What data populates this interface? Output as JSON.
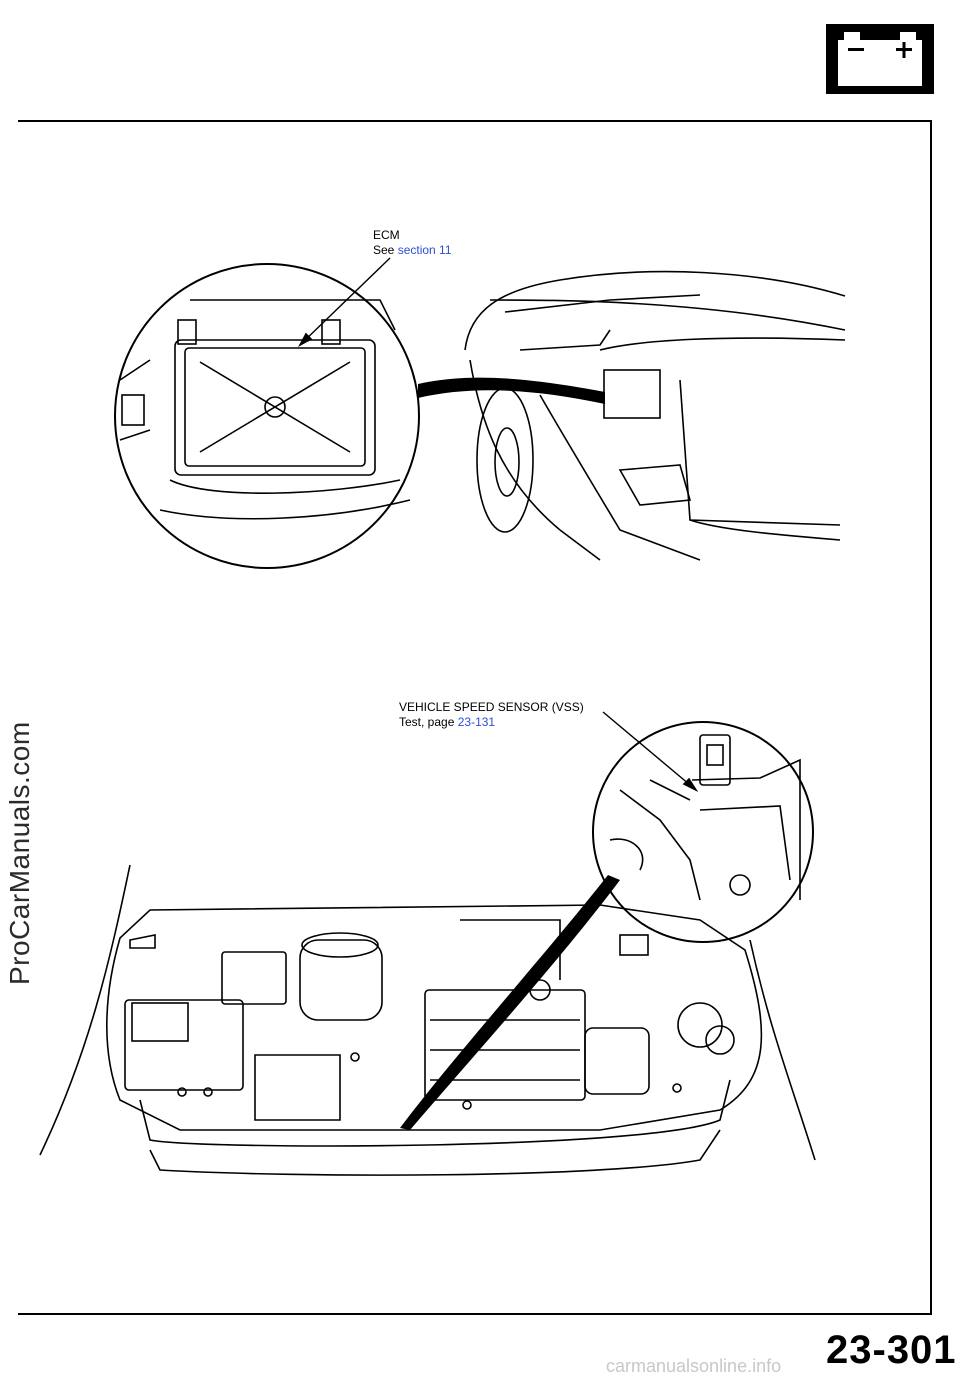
{
  "labels": {
    "ecm_title": "ECM",
    "ecm_see": "See",
    "ecm_link": "section  11",
    "vss_title": "VEHICLE SPEED SENSOR (VSS)",
    "vss_test": "Test,  page",
    "vss_link": "23-131"
  },
  "page_number": "23-301",
  "watermark_left": "ProCarManuals.com",
  "watermark_bottom": "carmanualsonline.info",
  "icons": {
    "battery": "battery-icon"
  },
  "colors": {
    "link": "#2a4fd6",
    "line": "#000000"
  }
}
